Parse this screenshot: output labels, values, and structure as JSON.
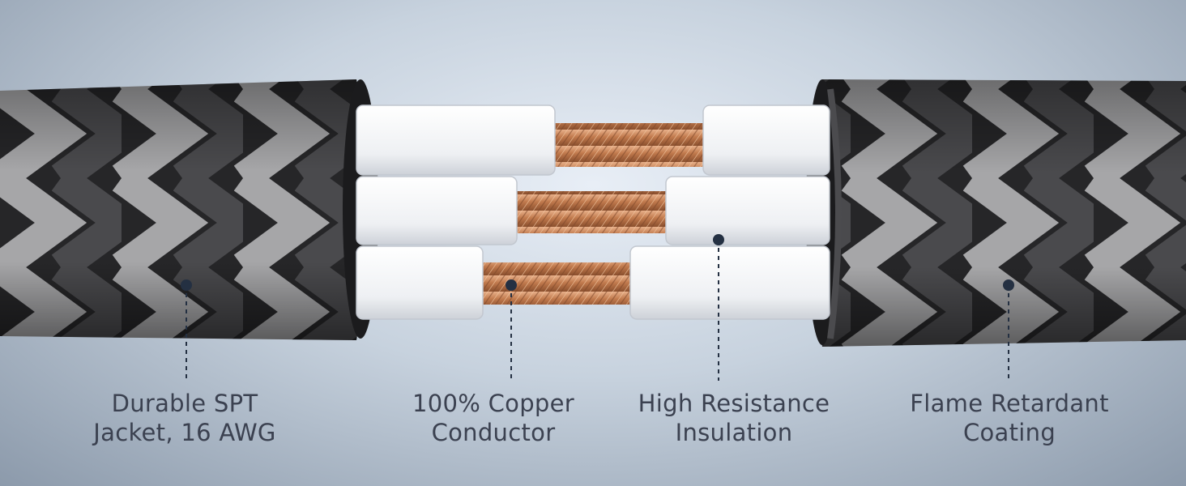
{
  "colors": {
    "jacket_dark": "#2a2a2c",
    "jacket_light": "#a9a9ab",
    "insulation": "#f4f5f7",
    "copper": "#c98458",
    "marker": "#243042",
    "caption_text": "#3b4150"
  },
  "callouts": [
    {
      "id": "jacket",
      "line1": "Durable SPT",
      "line2": "Jacket, 16 AWG"
    },
    {
      "id": "conductor",
      "line1": "100% Copper",
      "line2": "Conductor"
    },
    {
      "id": "insulation",
      "line1": "High Resistance",
      "line2": "Insulation"
    },
    {
      "id": "coating",
      "line1": "Flame Retardant",
      "line2": "Coating"
    }
  ]
}
